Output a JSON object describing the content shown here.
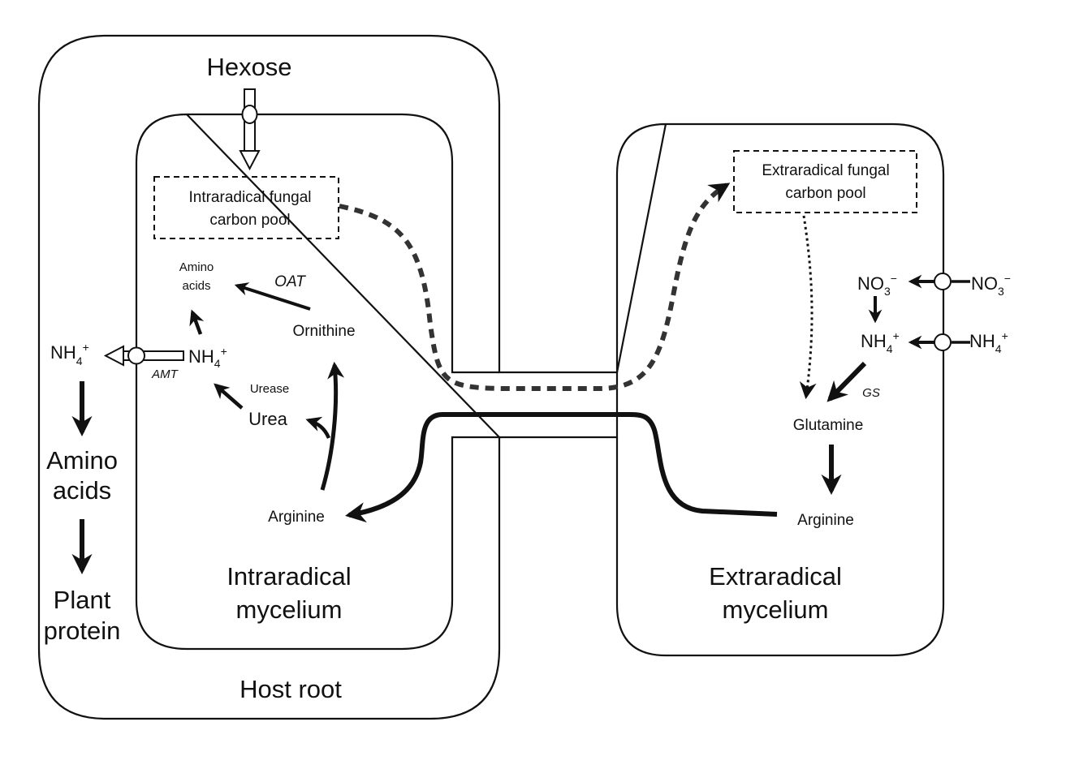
{
  "labels": {
    "hexose": "Hexose",
    "intraradical_pool_1": "Intraradical fungal",
    "intraradical_pool_2": "carbon pool",
    "extraradical_pool_1": "Extraradical fungal",
    "extraradical_pool_2": "carbon pool",
    "amino_acids_small_1": "Amino",
    "amino_acids_small_2": "acids",
    "oat": "OAT",
    "ornithine_intra": "Ornithine",
    "nh4_intra": "NH",
    "nh4_root": "NH",
    "amt": "AMT",
    "urease": "Urease",
    "urea": "Urea",
    "arginine_intra": "Arginine",
    "amino_acids_root_1": "Amino",
    "amino_acids_root_2": "acids",
    "plant_protein_1": "Plant",
    "plant_protein_2": "protein",
    "intraradical_mycelium_1": "Intraradical",
    "intraradical_mycelium_2": "mycelium",
    "host_root": "Host root",
    "no3_inner": "NO",
    "no3_outer": "NO",
    "nh4_extra_inner": "NH",
    "nh4_extra_outer": "NH",
    "gs": "GS",
    "glutamine": "Glutamine",
    "arginine_extra": "Arginine",
    "extraradical_mycelium_1": "Extraradical",
    "extraradical_mycelium_2": "mycelium"
  },
  "subscripts": {
    "four": "4",
    "three": "3"
  },
  "superscripts": {
    "plus": "+",
    "minus": "−"
  },
  "colors": {
    "line": "#111111",
    "background": "#ffffff"
  }
}
